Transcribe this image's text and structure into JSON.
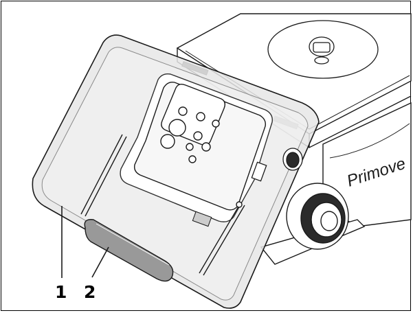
{
  "brand_label": "Primove",
  "callouts": [
    {
      "number": "1"
    },
    {
      "number": "2"
    }
  ],
  "colors": {
    "line": "#1a1a1a",
    "shield": "#e6e6e6",
    "body": "#ffffff",
    "dark_part": "#222222",
    "shield_inner": "#f2f2f2"
  }
}
